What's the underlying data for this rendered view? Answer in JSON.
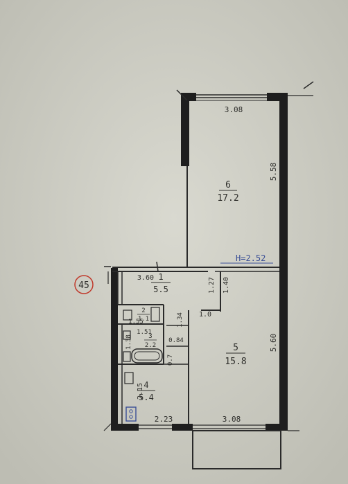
{
  "sheet": {
    "number": "45",
    "stamp_color": "#c0392b",
    "paper_color": "#cfcfc6",
    "ink_color": "#2a2a2a",
    "annotation_color": "#3a4f96"
  },
  "height_label": "H=2.52",
  "rooms": [
    {
      "id": "6",
      "area": "17.2"
    },
    {
      "id": "1",
      "area": "5.5"
    },
    {
      "id": "5",
      "area": "15.8"
    },
    {
      "id": "4",
      "area": "5.4"
    },
    {
      "id": "2",
      "area": "1.1"
    },
    {
      "id": "3",
      "area": "2.2"
    }
  ],
  "dimensions": {
    "room6_width": "3.08",
    "room6_length": "5.58",
    "hall_width": "3.60",
    "hall_gap_1": "1.27",
    "hall_gap_2": "1.40",
    "hall_gap_3": "1.0",
    "room5_length": "5.60",
    "room5_width": "3.08",
    "kitchen_width": "2.23",
    "kitchen_length": "2.15",
    "wc_width": "1.55",
    "bath_width": "1.51",
    "bath_length": "1.38",
    "corridor_1": "1.34",
    "corridor_2": "0.84",
    "corridor_3": "0.7"
  }
}
